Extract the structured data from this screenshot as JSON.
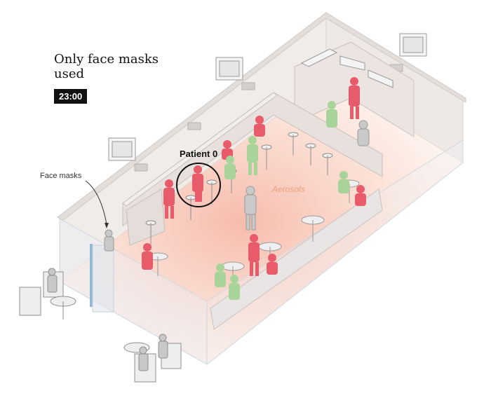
{
  "header": {
    "title": "Only face masks used",
    "time": "23:00"
  },
  "labels": {
    "patient_zero": "Patient 0",
    "face_masks": "Face masks",
    "aerosols": "Aerosols"
  },
  "legend_colors": {
    "infected": "#e85b6a",
    "uninfected": "#a8d49a",
    "unaffected": "#c8c8c8",
    "aerosol_cloud": "#f7c4b3"
  }
}
